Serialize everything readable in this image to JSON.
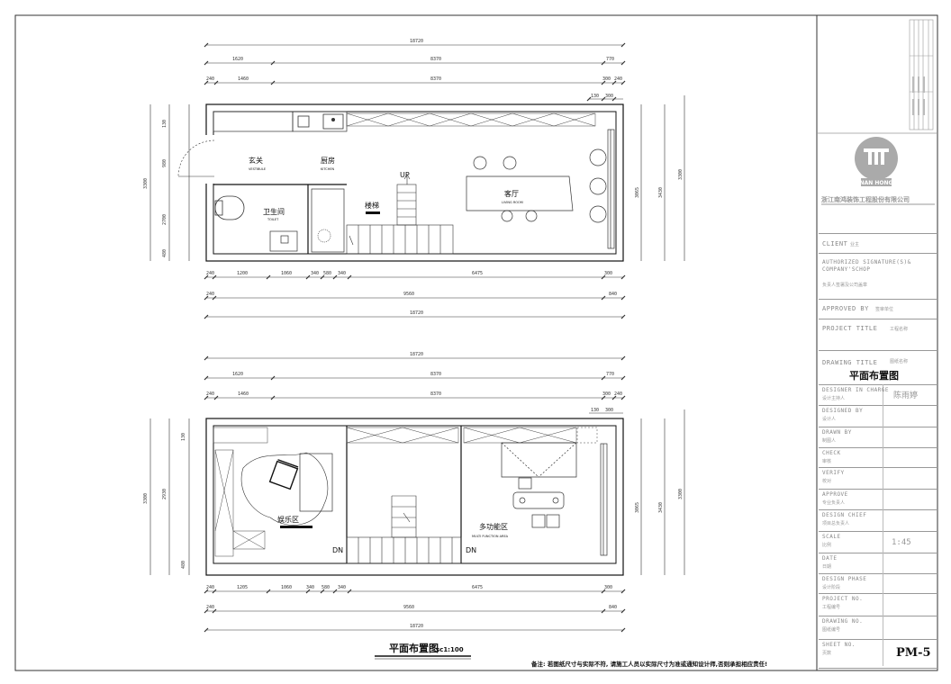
{
  "sheet": {
    "drawing_title": "平面布置图",
    "scale_note": "sc1:100",
    "footnote": "备注: 若图纸尺寸与实际不符, 请施工人员以实际尺寸为准或通知设计师,否则承担相应责任!"
  },
  "plan1": {
    "overall": "18720",
    "top_row1": [
      "1620",
      "8370",
      "770"
    ],
    "top_row2": [
      "240",
      "1460",
      "8370",
      "300",
      "240"
    ],
    "top_row3": [
      "130",
      "300"
    ],
    "bottom_row1": [
      "240",
      "1200",
      "1060",
      "340",
      "580",
      "340",
      "6475",
      "300"
    ],
    "bottom_row2": [
      "240",
      "9560",
      "840"
    ],
    "bottom_row3": "18720",
    "left_dims": [
      "3300",
      "130",
      "980",
      "2700",
      "480"
    ],
    "right_dims": [
      "3300",
      "3065",
      "3430"
    ],
    "rooms": {
      "vestibule_cn": "玄关",
      "vestibule_en": "VESTIBULE",
      "kitchen_cn": "厨房",
      "kitchen_en": "KITCHEN",
      "toilet_cn": "卫生间",
      "toilet_en": "TOILET",
      "living_cn": "客厅",
      "living_en": "LIVING ROOM",
      "stairs_cn": "楼梯",
      "up": "UP"
    }
  },
  "plan2": {
    "overall": "18720",
    "top_row1": [
      "1620",
      "8370",
      "770"
    ],
    "top_row2": [
      "240",
      "1460",
      "8370",
      "300",
      "240"
    ],
    "top_row3": [
      "130",
      "300"
    ],
    "bottom_row1": [
      "240",
      "1205",
      "1060",
      "340",
      "580",
      "340",
      "6475",
      "300"
    ],
    "bottom_row2": [
      "240",
      "9560",
      "840"
    ],
    "bottom_row3": "18720",
    "left_dims": [
      "3300",
      "2930",
      "130",
      "480"
    ],
    "right_dims": [
      "3300",
      "3065",
      "3430"
    ],
    "rooms": {
      "ent_cn": "娱乐区",
      "multi_cn": "多功能区",
      "multi_en": "MULTI FUNCTION AREA",
      "dn_left": "DN",
      "dn_right": "DN"
    }
  },
  "title_block": {
    "logo_text": "NAN HONG",
    "company": "浙江南鸿装饰工程股份有限公司",
    "client_en": "CLIENT",
    "client_cn": "业主",
    "auth_en": "AUTHORIZED SIGNATURE(S)&",
    "auth_en2": "COMPANY'SCHOP",
    "auth_cn": "负责人签署及公司盖章",
    "approved_en": "APPROVED BY",
    "approved_cn": "签审单位",
    "project_en": "PROJECT TITLE",
    "project_cn": "工程名称",
    "dtitle_en": "DRAWING TITLE",
    "dtitle_cn": "图纸名称",
    "dtitle_val": "平面布置图",
    "rows": [
      {
        "en": "DESIGNER IN CHARGE",
        "cn": "设计主持人",
        "val": "陈雨婷"
      },
      {
        "en": "DESIGNED BY",
        "cn": "设计人",
        "val": ""
      },
      {
        "en": "DRAWN BY",
        "cn": "制图人",
        "val": ""
      },
      {
        "en": "CHECK",
        "cn": "审核",
        "val": ""
      },
      {
        "en": "VERIFY",
        "cn": "校对",
        "val": ""
      },
      {
        "en": "APPROVE",
        "cn": "专业负责人",
        "val": ""
      },
      {
        "en": "DESIGN CHIEF",
        "cn": "项目总负责人",
        "val": ""
      },
      {
        "en": "SCALE",
        "cn": "比例",
        "val": "1:45"
      },
      {
        "en": "DATE",
        "cn": "日期",
        "val": ""
      },
      {
        "en": "DESIGN PHASE",
        "cn": "设计阶段",
        "val": ""
      },
      {
        "en": "PROJECT NO.",
        "cn": "工程编号",
        "val": ""
      },
      {
        "en": "DRAWING NO.",
        "cn": "图纸编号",
        "val": ""
      },
      {
        "en": "SHEET NO.",
        "cn": "页数",
        "val": "PM-5"
      }
    ]
  }
}
